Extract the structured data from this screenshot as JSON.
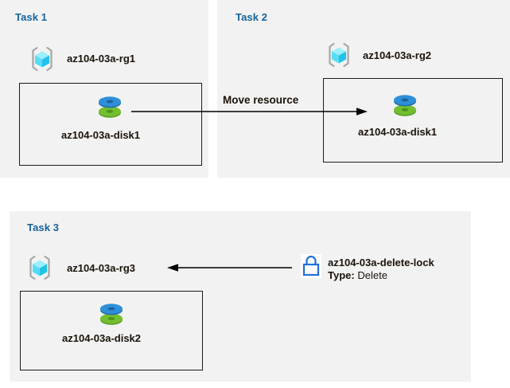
{
  "diagram": {
    "title": "Azure resource move and delete lock tasks",
    "background": "#ffffff",
    "panel_color": "#f2f2f2",
    "title_color": "#15639c",
    "text_color": "#1a1208"
  },
  "tasks": [
    {
      "id": "task1",
      "title": "Task 1",
      "resource_group": {
        "icon": "resource-group-icon",
        "label": "az104-03a-rg1"
      },
      "resource": {
        "icon": "managed-disk-icon",
        "label": "az104-03a-disk1"
      }
    },
    {
      "id": "task2",
      "title": "Task 2",
      "resource_group": {
        "icon": "resource-group-icon",
        "label": "az104-03a-rg2"
      },
      "resource": {
        "icon": "managed-disk-icon",
        "label": "az104-03a-disk1"
      }
    },
    {
      "id": "task3",
      "title": "Task 3",
      "resource_group": {
        "icon": "resource-group-icon",
        "label": "az104-03a-rg3"
      },
      "resource": {
        "icon": "managed-disk-icon",
        "label": "az104-03a-disk2"
      },
      "lock": {
        "icon": "lock-icon",
        "name": "az104-03a-delete-lock",
        "type_label": "Type:",
        "type_value": "Delete"
      }
    }
  ],
  "connectors": {
    "move_resource": {
      "label": "Move resource",
      "direction": "right"
    },
    "apply_lock": {
      "label": "",
      "direction": "left"
    }
  },
  "colors": {
    "cube_light": "#9beefc",
    "cube_mid": "#47d6f2",
    "cube_dark": "#22c0e8",
    "bracket": "#a6a6a6",
    "disk_blue": "#2e8fd8",
    "disk_green": "#6bb72a",
    "lock_blue": "#1f6fe0",
    "line": "#000000",
    "title_blue": "#15639c"
  }
}
